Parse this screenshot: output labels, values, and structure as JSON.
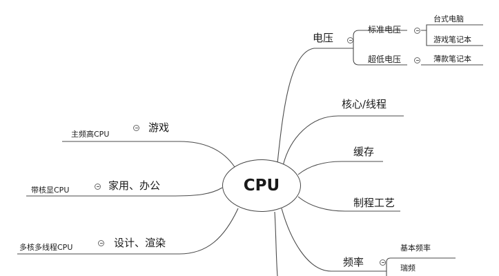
{
  "center": {
    "label": "CPU"
  },
  "right": {
    "voltage": {
      "label": "电压",
      "children": [
        {
          "label": "标准电压",
          "children": [
            "台式电脑",
            "游戏笔记本"
          ]
        },
        {
          "label": "超低电压",
          "children": [
            "薄款笔记本"
          ]
        }
      ]
    },
    "cores": {
      "label": "核心/线程"
    },
    "cache": {
      "label": "缓存"
    },
    "process": {
      "label": "制程工艺"
    },
    "frequency": {
      "label": "频率",
      "children": [
        "基本频率",
        "瑞频"
      ]
    }
  },
  "left": [
    {
      "label": "游戏",
      "child": "主频高CPU"
    },
    {
      "label": "家用、办公",
      "child": "带核显CPU"
    },
    {
      "label": "设计、渲染",
      "child": "多核多线程CPU"
    }
  ]
}
